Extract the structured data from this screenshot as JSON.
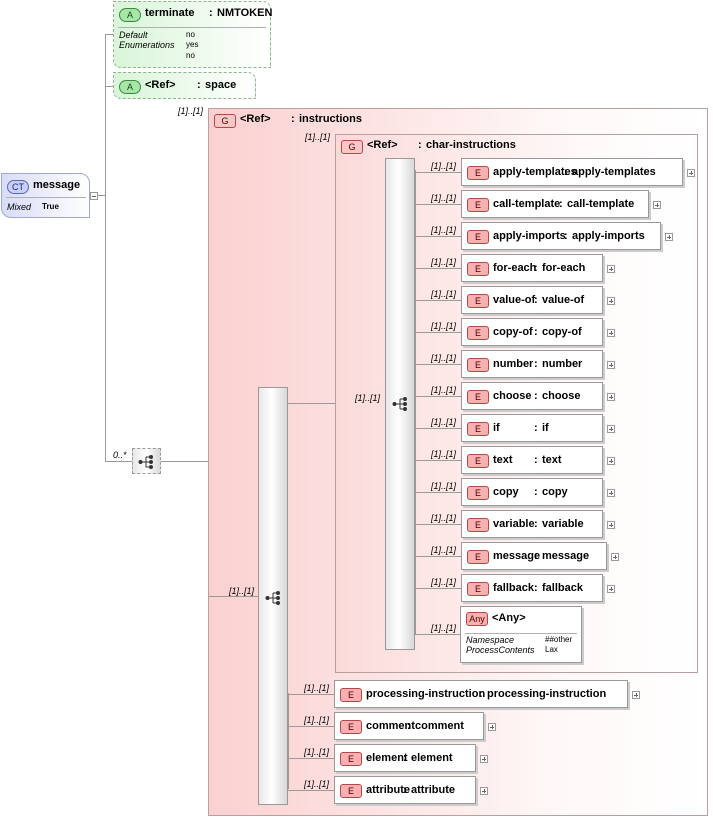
{
  "root": {
    "badge": "CT",
    "name": "message",
    "prop_label": "Mixed",
    "prop_value": "True"
  },
  "attr_terminate": {
    "badge": "A",
    "name": "terminate",
    "sep": ":",
    "type": "NMTOKEN",
    "props": [
      {
        "label": "Default",
        "value": "no"
      },
      {
        "label": "Enumerations",
        "value": "yes"
      },
      {
        "label": "",
        "value": "no"
      }
    ]
  },
  "attr_space": {
    "badge": "A",
    "name": "<Ref>",
    "sep": ":",
    "type": "space"
  },
  "seq_main_mult": "0..*",
  "group_instructions": {
    "badge": "G",
    "name": "<Ref>",
    "sep": ":",
    "type": "instructions",
    "mult": "[1]..[1]"
  },
  "group_char": {
    "badge": "G",
    "name": "<Ref>",
    "sep": ":",
    "type": "char-instructions",
    "mult": "[1]..[1]"
  },
  "seq_inner_mult": "[1]..[1]",
  "seq_outer_mult": "[1]..[1]",
  "char_elements": [
    {
      "mult": "[1]..[1]",
      "badge": "E",
      "name": "apply-templates",
      "sep": ":",
      "type": "apply-templates"
    },
    {
      "mult": "[1]..[1]",
      "badge": "E",
      "name": "call-template",
      "sep": ":",
      "type": "call-template"
    },
    {
      "mult": "[1]..[1]",
      "badge": "E",
      "name": "apply-imports",
      "sep": ":",
      "type": "apply-imports"
    },
    {
      "mult": "[1]..[1]",
      "badge": "E",
      "name": "for-each",
      "sep": ":",
      "type": "for-each"
    },
    {
      "mult": "[1]..[1]",
      "badge": "E",
      "name": "value-of",
      "sep": ":",
      "type": "value-of"
    },
    {
      "mult": "[1]..[1]",
      "badge": "E",
      "name": "copy-of",
      "sep": ":",
      "type": "copy-of"
    },
    {
      "mult": "[1]..[1]",
      "badge": "E",
      "name": "number",
      "sep": ":",
      "type": "number"
    },
    {
      "mult": "[1]..[1]",
      "badge": "E",
      "name": "choose",
      "sep": ":",
      "type": "choose"
    },
    {
      "mult": "[1]..[1]",
      "badge": "E",
      "name": "if",
      "sep": ":",
      "type": "if"
    },
    {
      "mult": "[1]..[1]",
      "badge": "E",
      "name": "text",
      "sep": ":",
      "type": "text"
    },
    {
      "mult": "[1]..[1]",
      "badge": "E",
      "name": "copy",
      "sep": ":",
      "type": "copy"
    },
    {
      "mult": "[1]..[1]",
      "badge": "E",
      "name": "variable",
      "sep": ":",
      "type": "variable"
    },
    {
      "mult": "[1]..[1]",
      "badge": "E",
      "name": "message",
      "sep": ":",
      "type": "message"
    },
    {
      "mult": "[1]..[1]",
      "badge": "E",
      "name": "fallback",
      "sep": ":",
      "type": "fallback"
    }
  ],
  "any_element": {
    "mult": "[1]..[1]",
    "badge": "Any",
    "name": "<Any>",
    "props": [
      {
        "label": "Namespace",
        "value": "##other"
      },
      {
        "label": "ProcessContents",
        "value": "Lax"
      }
    ]
  },
  "outer_elements": [
    {
      "mult": "[1]..[1]",
      "badge": "E",
      "name": "processing-instruction",
      "sep": ":",
      "type": "processing-instruction"
    },
    {
      "mult": "[1]..[1]",
      "badge": "E",
      "name": "comment",
      "sep": ":",
      "type": "comment"
    },
    {
      "mult": "[1]..[1]",
      "badge": "E",
      "name": "element",
      "sep": ":",
      "type": "element"
    },
    {
      "mult": "[1]..[1]",
      "badge": "E",
      "name": "attribute",
      "sep": ":",
      "type": "attribute"
    }
  ]
}
